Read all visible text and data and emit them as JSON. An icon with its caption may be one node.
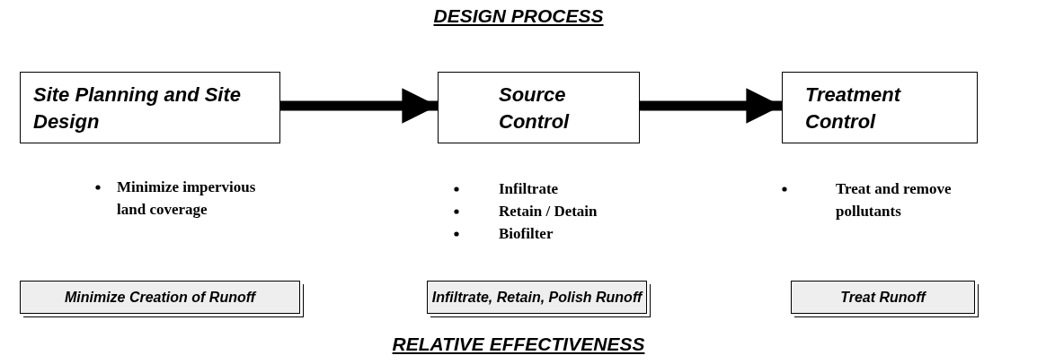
{
  "diagram": {
    "title": "DESIGN PROCESS",
    "caption": "RELATIVE EFFECTIVENESS",
    "nodes": [
      {
        "text": [
          "Site Planning and Site Design"
        ]
      },
      {
        "text": [
          "Source Control"
        ]
      },
      {
        "text": [
          "Treatment Control"
        ]
      },
      {
        "text": [
          "Minimize Creation of Runoff"
        ]
      },
      {
        "text": [
          "Infiltrate, Retain, Polish Runoff"
        ]
      },
      {
        "text": [
          "Treat Runoff"
        ]
      }
    ],
    "edges": [
      {
        "from": 0,
        "to": 1,
        "arrow": "to"
      },
      {
        "from": 1,
        "to": 2,
        "arrow": "to"
      }
    ],
    "labels": [
      "Minimize impervious land coverage",
      "Infiltrate",
      "Retain / Detain",
      "Biofilter",
      "Treat and remove pollutants"
    ]
  }
}
